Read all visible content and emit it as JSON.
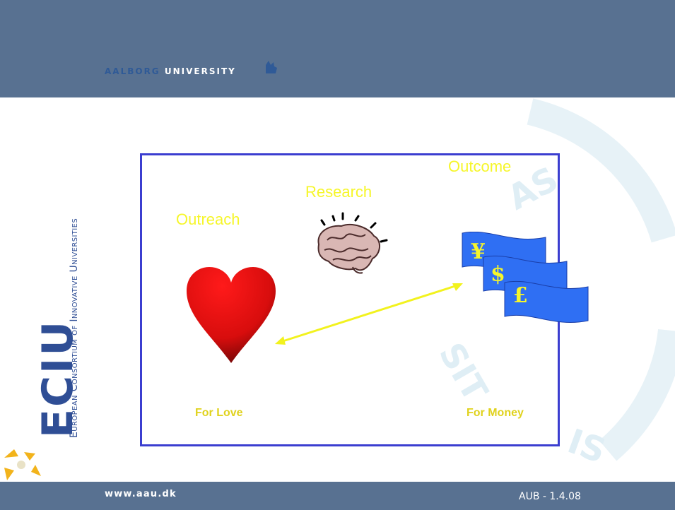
{
  "header": {
    "university_name_prefix": "AALBORG",
    "university_name_suffix": "UNIVERSITY"
  },
  "sidebar": {
    "acronym": "ECIU",
    "full_name": "European Consortium of Innovative Universities"
  },
  "slide": {
    "labels": {
      "outreach": "Outreach",
      "research": "Research",
      "outcome": "Outcome",
      "for_love": "For Love",
      "for_money": "For Money"
    },
    "currency_symbols": [
      "¥",
      "$",
      "£"
    ],
    "icons": [
      "heart-icon",
      "brain-icon",
      "money-bills-icon",
      "double-arrow-icon"
    ],
    "colors": {
      "header": "#587191",
      "frame": "#3b3ed0",
      "label_yellow": "#f6f62a",
      "bill_blue": "#2f6ff3",
      "heart_red": "#e51212"
    }
  },
  "footer": {
    "url": "www.aau.dk",
    "slide_id": "AUB - 1.4.08"
  }
}
